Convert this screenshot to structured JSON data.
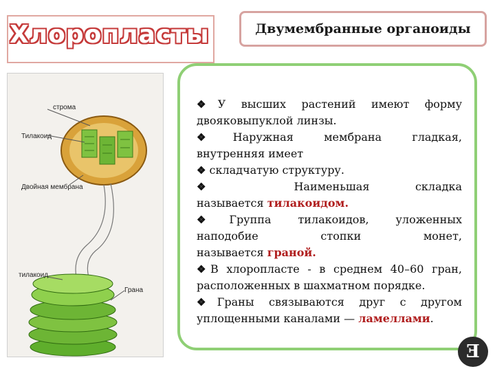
{
  "title": "Хлоропласты",
  "header": "Двумембранные органоиды",
  "figure": {
    "labels": {
      "stroma": "строма",
      "thylakoid_top": "Тилакоид",
      "double_membrane": "Двойная мембрана",
      "thylakoid_bottom": "тилакоид",
      "grana": "Грана"
    }
  },
  "bullet": "❖",
  "text": {
    "p1_a": "У высших растений имеют форму",
    "p1_b": "двояковыпуклой линзы.",
    "p2_a": "Наружная мембрана гладкая,",
    "p2_b": "внутренняя имеет",
    "p3": " складчатую структуру.",
    "p4_a": "Наименьшая складка",
    "p4_b": "называется",
    "p4_hl": "тилакоидом.",
    "p5_a": "Группа тилакоидов, уложенных",
    "p5_b": "наподобие стопки монет,",
    "p5_c": "называется",
    "p5_hl": "граной.",
    "p6_a": "В хлоропласте - в среднем 40–60 гран,",
    "p6_b": "расположенных в шахматном порядке.",
    "p7_a": "Граны связываются друг с другом",
    "p7_b": "уплощенными каналами —",
    "p7_hl": "ламеллами",
    "p7_end": "."
  },
  "logo": "Ǝ",
  "colors": {
    "title": "#c53a3a",
    "panel_border": "#8fcf75",
    "highlight": "#b01e1e",
    "chloroplast": "#7fc241",
    "envelope": "#d9a23a"
  }
}
